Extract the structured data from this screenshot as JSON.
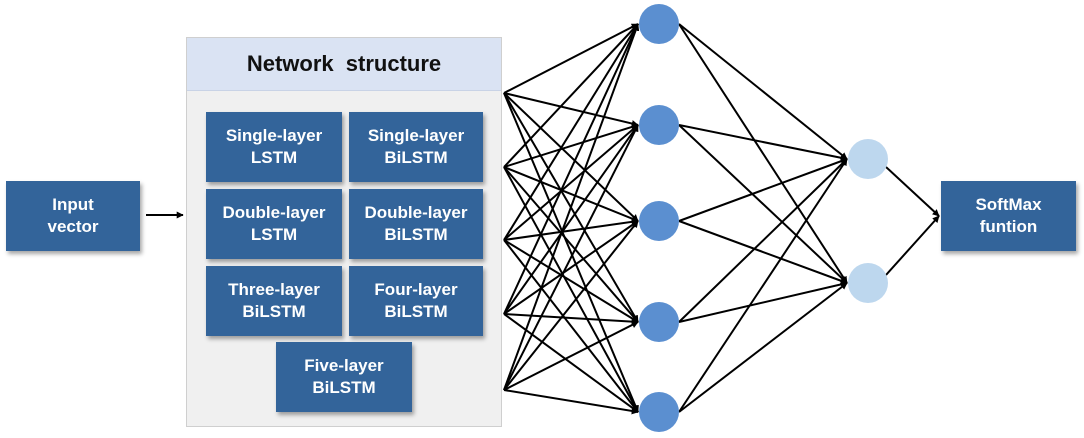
{
  "input": {
    "label": "Input\nvector"
  },
  "network": {
    "title": "Network  structure",
    "structures": [
      {
        "label": "Single-layer\nLSTM"
      },
      {
        "label": "Single-layer\nBiLSTM"
      },
      {
        "label": "Double-layer\nLSTM"
      },
      {
        "label": "Double-layer\nBiLSTM"
      },
      {
        "label": "Three-layer\nBiLSTM"
      },
      {
        "label": "Four-layer\nBiLSTM"
      },
      {
        "label": "Five-layer\nBiLSTM"
      }
    ]
  },
  "output": {
    "label": "SoftMax\nfuntion"
  },
  "colors": {
    "box_fill": "#33649a",
    "box_text": "#ffffff",
    "panel_fill": "#f0f0f0",
    "panel_header_fill": "#dae3f3",
    "hidden_node_fill": "#5b8fd0",
    "second_node_fill": "#bdd7ee",
    "line": "#000000"
  }
}
